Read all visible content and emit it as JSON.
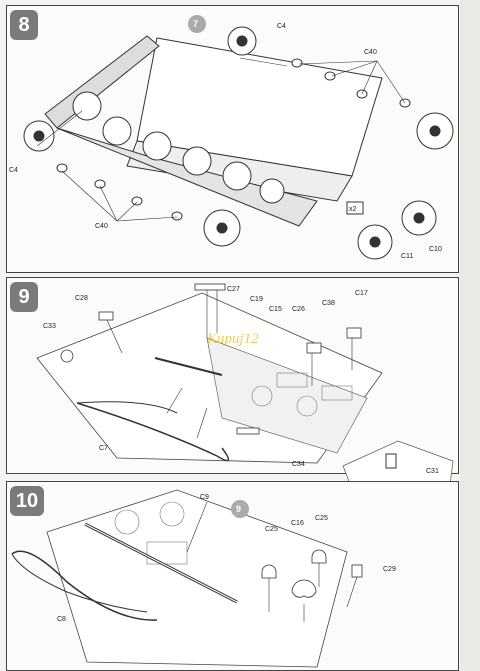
{
  "watermark": "Kupuj12",
  "steps": [
    {
      "number": "8",
      "ref_step": "7",
      "multiplier": "x2",
      "parts": [
        "C4",
        "C40",
        "C4",
        "C40",
        "C11",
        "C10"
      ]
    },
    {
      "number": "9",
      "parts": [
        "C28",
        "C27",
        "C19",
        "C15",
        "C26",
        "C38",
        "C17",
        "C33",
        "C7",
        "C34",
        "C31"
      ]
    },
    {
      "number": "10",
      "ref_step": "9",
      "parts": [
        "C9",
        "C25",
        "C16",
        "C25",
        "C29",
        "C8"
      ]
    }
  ]
}
